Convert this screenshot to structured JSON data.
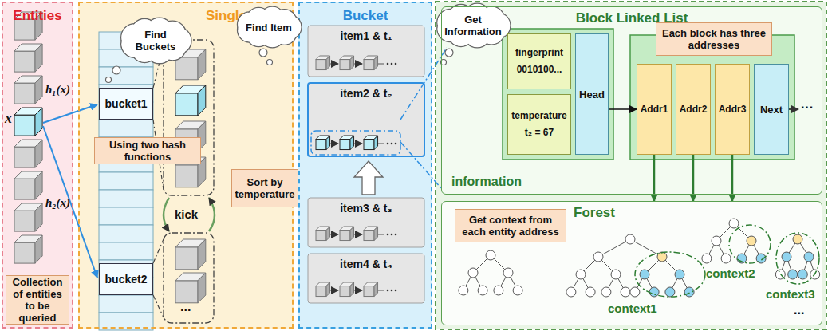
{
  "diagram": {
    "nodes": [
      {
        "text": [
          "Entities"
        ]
      },
      {
        "text": [
          "Collection of entities to be queried"
        ],
        "in": 0
      },
      {
        "text": [
          "Single Table"
        ]
      },
      {
        "text": [
          "bucket1"
        ],
        "in": 2
      },
      {
        "text": [
          "bucket2"
        ],
        "in": 2
      },
      {
        "text": [
          "Using two hash functions"
        ],
        "in": 2
      },
      {
        "text": [
          "Find Buckets"
        ],
        "in": 2
      },
      {
        "text": [
          "Bucket"
        ]
      },
      {
        "text": [
          "item1 & t₁"
        ],
        "in": 7
      },
      {
        "text": [
          "item2 & t₂"
        ],
        "in": 7
      },
      {
        "text": [
          "item3 & t₃"
        ],
        "in": 7
      },
      {
        "text": [
          "item4 & t₄"
        ],
        "in": 7
      },
      {
        "text": [
          "Find Item"
        ]
      },
      {
        "text": [
          "Sort by temperature"
        ]
      },
      {
        "text": [
          "Get Information"
        ]
      },
      {
        "text": [
          "Block Linked List",
          "information"
        ]
      },
      {
        "text": [
          "fingerprint",
          "0010100..."
        ],
        "in": 15
      },
      {
        "text": [
          "temperature",
          "t₂ = 67"
        ],
        "in": 15
      },
      {
        "text": [
          "Head"
        ],
        "in": 15
      },
      {
        "text": [
          "Each block has three addresses"
        ],
        "in": 15
      },
      {
        "text": [
          "Addr1"
        ],
        "in": 15
      },
      {
        "text": [
          "Addr2"
        ],
        "in": 15
      },
      {
        "text": [
          "Addr3"
        ],
        "in": 15
      },
      {
        "text": [
          "Next"
        ],
        "in": 15
      },
      {
        "text": [
          "Forest"
        ]
      },
      {
        "text": [
          "Get context from each entity address"
        ],
        "in": 24
      }
    ],
    "edges": [
      {
        "from": 18,
        "to": 20,
        "arrow": "to"
      },
      {
        "from": 20,
        "to": 24,
        "arrow": "to"
      },
      {
        "from": 21,
        "to": 24,
        "arrow": "to"
      },
      {
        "from": 22,
        "to": 24,
        "arrow": "to"
      }
    ],
    "labels": [
      "x",
      "h₁(x)",
      "h₂(x)",
      "kick",
      "...",
      "context1",
      "context2",
      "context3",
      "...",
      "···"
    ]
  }
}
